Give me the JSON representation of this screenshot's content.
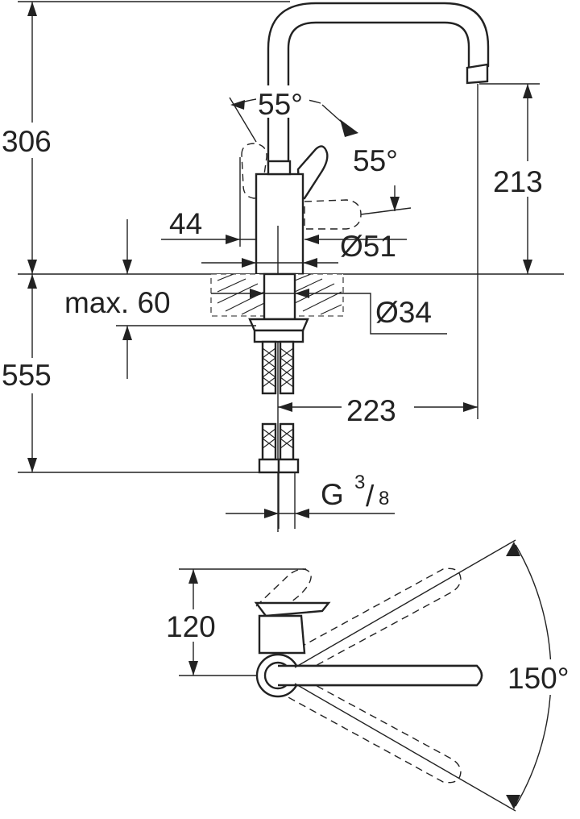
{
  "diagram": {
    "dimensions": {
      "total_height": "306",
      "spout_height": "213",
      "handle_angle_left": "55°",
      "handle_angle_right": "55°",
      "handle_offset": "44",
      "body_diameter": "Ø51",
      "max_deck_thickness": "max. 60",
      "hole_diameter": "Ø34",
      "hose_length": "555",
      "spout_reach": "223",
      "connection_thread": "G",
      "connection_thread_numerator": "3",
      "connection_thread_denominator": "8",
      "lever_depth": "120",
      "swivel_angle": "150°"
    }
  }
}
